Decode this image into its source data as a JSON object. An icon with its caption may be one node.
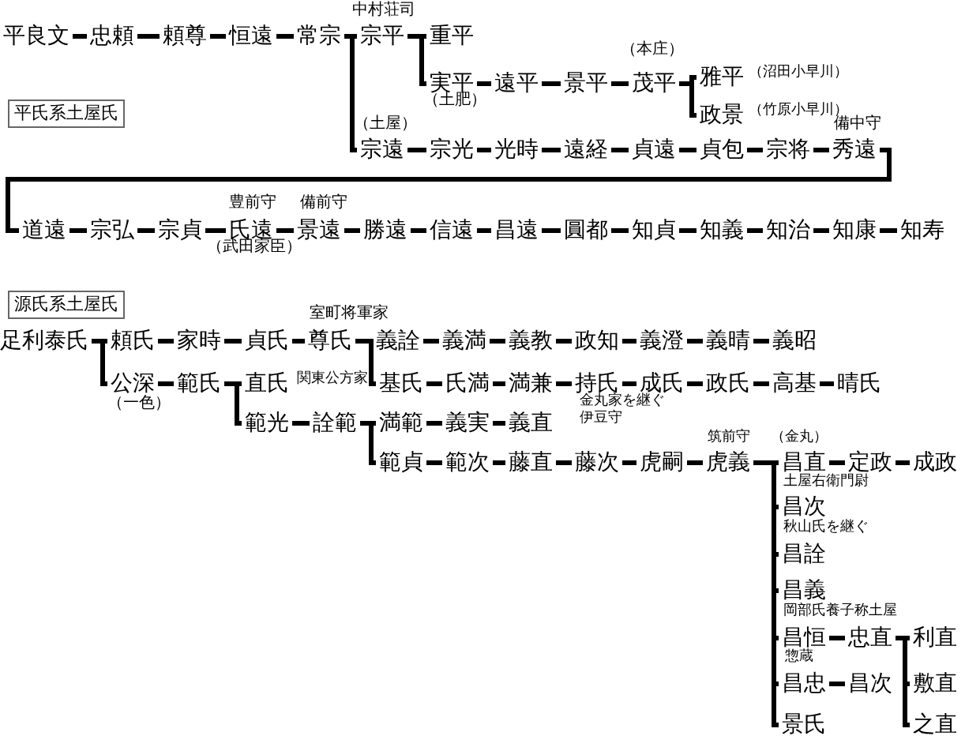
{
  "diagram": {
    "nodes": [
      {
        "text": [
          "平氏系土屋氏"
        ]
      },
      {
        "text": [
          "平良文"
        ]
      },
      {
        "text": [
          "忠頼"
        ]
      },
      {
        "text": [
          "頼尊"
        ]
      },
      {
        "text": [
          "恒遠"
        ]
      },
      {
        "text": [
          "常宗"
        ]
      },
      {
        "text": [
          "宗平"
        ],
        "beside": [
          "中村荘司"
        ]
      },
      {
        "text": [
          "重平"
        ]
      },
      {
        "text": [
          "実平"
        ],
        "beside": [
          "（土肥）"
        ]
      },
      {
        "text": [
          "遠平"
        ]
      },
      {
        "text": [
          "景平"
        ]
      },
      {
        "text": [
          "茂平"
        ],
        "beside": [
          "（本庄）"
        ]
      },
      {
        "text": [
          "雅平"
        ],
        "beside": [
          "（沼田小早川）"
        ]
      },
      {
        "text": [
          "政景"
        ],
        "beside": [
          "（竹原小早川）"
        ]
      },
      {
        "text": [
          "宗遠"
        ],
        "beside": [
          "（土屋）"
        ]
      },
      {
        "text": [
          "宗光"
        ]
      },
      {
        "text": [
          "光時"
        ]
      },
      {
        "text": [
          "遠経"
        ]
      },
      {
        "text": [
          "貞遠"
        ]
      },
      {
        "text": [
          "貞包"
        ]
      },
      {
        "text": [
          "宗将"
        ]
      },
      {
        "text": [
          "秀遠"
        ],
        "beside": [
          "備中守"
        ]
      },
      {
        "text": [
          "道遠"
        ]
      },
      {
        "text": [
          "宗弘"
        ]
      },
      {
        "text": [
          "宗貞"
        ]
      },
      {
        "text": [
          "氏遠"
        ],
        "beside": [
          "豊前守",
          "（武田家臣）"
        ]
      },
      {
        "text": [
          "景遠"
        ],
        "beside": [
          "備前守"
        ]
      },
      {
        "text": [
          "勝遠"
        ]
      },
      {
        "text": [
          "信遠"
        ]
      },
      {
        "text": [
          "昌遠"
        ]
      },
      {
        "text": [
          "圓都"
        ]
      },
      {
        "text": [
          "知貞"
        ]
      },
      {
        "text": [
          "知義"
        ]
      },
      {
        "text": [
          "知治"
        ]
      },
      {
        "text": [
          "知康"
        ]
      },
      {
        "text": [
          "知寿"
        ]
      },
      {
        "text": [
          "源氏系土屋氏"
        ]
      },
      {
        "text": [
          "足利泰氏"
        ]
      },
      {
        "text": [
          "頼氏"
        ]
      },
      {
        "text": [
          "家時"
        ]
      },
      {
        "text": [
          "貞氏"
        ]
      },
      {
        "text": [
          "尊氏"
        ],
        "beside": [
          "室町将軍家"
        ]
      },
      {
        "text": [
          "義詮"
        ]
      },
      {
        "text": [
          "義満"
        ]
      },
      {
        "text": [
          "義教"
        ]
      },
      {
        "text": [
          "政知"
        ]
      },
      {
        "text": [
          "義澄"
        ]
      },
      {
        "text": [
          "義晴"
        ]
      },
      {
        "text": [
          "義昭"
        ]
      },
      {
        "text": [
          "公深"
        ],
        "beside": [
          "（一色）"
        ]
      },
      {
        "text": [
          "範氏"
        ]
      },
      {
        "text": [
          "直氏"
        ]
      },
      {
        "text": [
          "基氏"
        ],
        "beside": [
          "関東公方家"
        ]
      },
      {
        "text": [
          "氏満"
        ]
      },
      {
        "text": [
          "満兼"
        ]
      },
      {
        "text": [
          "持氏"
        ]
      },
      {
        "text": [
          "成氏"
        ]
      },
      {
        "text": [
          "政氏"
        ]
      },
      {
        "text": [
          "高基"
        ]
      },
      {
        "text": [
          "晴氏"
        ]
      },
      {
        "text": [
          "範光"
        ]
      },
      {
        "text": [
          "詮範"
        ]
      },
      {
        "text": [
          "満範"
        ]
      },
      {
        "text": [
          "義実"
        ]
      },
      {
        "text": [
          "義直"
        ]
      },
      {
        "text": [
          "範貞"
        ]
      },
      {
        "text": [
          "範次"
        ]
      },
      {
        "text": [
          "藤直"
        ]
      },
      {
        "text": [
          "藤次"
        ],
        "beside": [
          "金丸家を継ぐ",
          "伊豆守"
        ]
      },
      {
        "text": [
          "虎嗣"
        ]
      },
      {
        "text": [
          "虎義"
        ],
        "beside": [
          "筑前守"
        ]
      },
      {
        "text": [
          "昌直"
        ],
        "beside": [
          "（金丸）"
        ]
      },
      {
        "text": [
          "定政"
        ]
      },
      {
        "text": [
          "成政"
        ]
      },
      {
        "text": [
          "昌次"
        ],
        "beside": [
          "土屋右衛門尉"
        ]
      },
      {
        "text": [
          "昌詮"
        ],
        "beside": [
          "秋山氏を継ぐ"
        ]
      },
      {
        "text": [
          "昌義"
        ]
      },
      {
        "text": [
          "昌恒"
        ],
        "beside": [
          "岡部氏養子称土屋"
        ]
      },
      {
        "text": [
          "忠直"
        ]
      },
      {
        "text": [
          "利直"
        ]
      },
      {
        "text": [
          "昌忠"
        ],
        "beside": [
          "惣蔵"
        ]
      },
      {
        "text": [
          "昌次"
        ]
      },
      {
        "text": [
          "敷直"
        ]
      },
      {
        "text": [
          "景氏"
        ]
      },
      {
        "text": [
          "之直"
        ]
      }
    ],
    "edges": [
      {
        "from": 1,
        "to": 2,
        "arrow": "none"
      },
      {
        "from": 2,
        "to": 3,
        "arrow": "none"
      },
      {
        "from": 3,
        "to": 4,
        "arrow": "none"
      },
      {
        "from": 4,
        "to": 5,
        "arrow": "none"
      },
      {
        "from": 5,
        "to": 6,
        "arrow": "none"
      },
      {
        "from": 5,
        "to": 14,
        "arrow": "none"
      },
      {
        "from": 6,
        "to": 7,
        "arrow": "none"
      },
      {
        "from": 6,
        "to": 8,
        "arrow": "none"
      },
      {
        "from": 8,
        "to": 9,
        "arrow": "none"
      },
      {
        "from": 9,
        "to": 10,
        "arrow": "none"
      },
      {
        "from": 10,
        "to": 11,
        "arrow": "none"
      },
      {
        "from": 11,
        "to": 12,
        "arrow": "none"
      },
      {
        "from": 11,
        "to": 13,
        "arrow": "none"
      },
      {
        "from": 14,
        "to": 15,
        "arrow": "none"
      },
      {
        "from": 15,
        "to": 16,
        "arrow": "none"
      },
      {
        "from": 16,
        "to": 17,
        "arrow": "none"
      },
      {
        "from": 17,
        "to": 18,
        "arrow": "none"
      },
      {
        "from": 18,
        "to": 19,
        "arrow": "none"
      },
      {
        "from": 19,
        "to": 20,
        "arrow": "none"
      },
      {
        "from": 20,
        "to": 21,
        "arrow": "none"
      },
      {
        "from": 21,
        "to": 22,
        "arrow": "none"
      },
      {
        "from": 22,
        "to": 23,
        "arrow": "none"
      },
      {
        "from": 23,
        "to": 24,
        "arrow": "none"
      },
      {
        "from": 24,
        "to": 25,
        "arrow": "none"
      },
      {
        "from": 25,
        "to": 26,
        "arrow": "none"
      },
      {
        "from": 26,
        "to": 27,
        "arrow": "none"
      },
      {
        "from": 27,
        "to": 28,
        "arrow": "none"
      },
      {
        "from": 28,
        "to": 29,
        "arrow": "none"
      },
      {
        "from": 29,
        "to": 30,
        "arrow": "none"
      },
      {
        "from": 30,
        "to": 31,
        "arrow": "none"
      },
      {
        "from": 31,
        "to": 32,
        "arrow": "none"
      },
      {
        "from": 32,
        "to": 33,
        "arrow": "none"
      },
      {
        "from": 33,
        "to": 34,
        "arrow": "none"
      },
      {
        "from": 34,
        "to": 35,
        "arrow": "none"
      },
      {
        "from": 37,
        "to": 38,
        "arrow": "none"
      },
      {
        "from": 37,
        "to": 49,
        "arrow": "none"
      },
      {
        "from": 38,
        "to": 39,
        "arrow": "none"
      },
      {
        "from": 39,
        "to": 40,
        "arrow": "none"
      },
      {
        "from": 40,
        "to": 41,
        "arrow": "none"
      },
      {
        "from": 41,
        "to": 42,
        "arrow": "none"
      },
      {
        "from": 41,
        "to": 52,
        "arrow": "none"
      },
      {
        "from": 42,
        "to": 43,
        "arrow": "none"
      },
      {
        "from": 43,
        "to": 44,
        "arrow": "none"
      },
      {
        "from": 44,
        "to": 45,
        "arrow": "none"
      },
      {
        "from": 45,
        "to": 46,
        "arrow": "none"
      },
      {
        "from": 46,
        "to": 47,
        "arrow": "none"
      },
      {
        "from": 47,
        "to": 48,
        "arrow": "none"
      },
      {
        "from": 49,
        "to": 50,
        "arrow": "none"
      },
      {
        "from": 50,
        "to": 51,
        "arrow": "none"
      },
      {
        "from": 50,
        "to": 60,
        "arrow": "none"
      },
      {
        "from": 52,
        "to": 53,
        "arrow": "none"
      },
      {
        "from": 53,
        "to": 54,
        "arrow": "none"
      },
      {
        "from": 54,
        "to": 55,
        "arrow": "none"
      },
      {
        "from": 55,
        "to": 56,
        "arrow": "none"
      },
      {
        "from": 56,
        "to": 57,
        "arrow": "none"
      },
      {
        "from": 57,
        "to": 58,
        "arrow": "none"
      },
      {
        "from": 58,
        "to": 59,
        "arrow": "none"
      },
      {
        "from": 60,
        "to": 61,
        "arrow": "none"
      },
      {
        "from": 61,
        "to": 62,
        "arrow": "none"
      },
      {
        "from": 61,
        "to": 65,
        "arrow": "none"
      },
      {
        "from": 62,
        "to": 63,
        "arrow": "none"
      },
      {
        "from": 63,
        "to": 64,
        "arrow": "none"
      },
      {
        "from": 65,
        "to": 66,
        "arrow": "none"
      },
      {
        "from": 66,
        "to": 67,
        "arrow": "none"
      },
      {
        "from": 67,
        "to": 68,
        "arrow": "none"
      },
      {
        "from": 68,
        "to": 69,
        "arrow": "none"
      },
      {
        "from": 69,
        "to": 70,
        "arrow": "none"
      },
      {
        "from": 70,
        "to": 71,
        "arrow": "none"
      },
      {
        "from": 70,
        "to": 74,
        "arrow": "none"
      },
      {
        "from": 70,
        "to": 75,
        "arrow": "none"
      },
      {
        "from": 70,
        "to": 76,
        "arrow": "none"
      },
      {
        "from": 70,
        "to": 77,
        "arrow": "none"
      },
      {
        "from": 70,
        "to": 80,
        "arrow": "none"
      },
      {
        "from": 70,
        "to": 83,
        "arrow": "none"
      },
      {
        "from": 71,
        "to": 72,
        "arrow": "none"
      },
      {
        "from": 72,
        "to": 73,
        "arrow": "none"
      },
      {
        "from": 77,
        "to": 78,
        "arrow": "none"
      },
      {
        "from": 78,
        "to": 79,
        "arrow": "none"
      },
      {
        "from": 78,
        "to": 82,
        "arrow": "none"
      },
      {
        "from": 78,
        "to": 84,
        "arrow": "none"
      },
      {
        "from": 80,
        "to": 81,
        "arrow": "none"
      }
    ]
  }
}
